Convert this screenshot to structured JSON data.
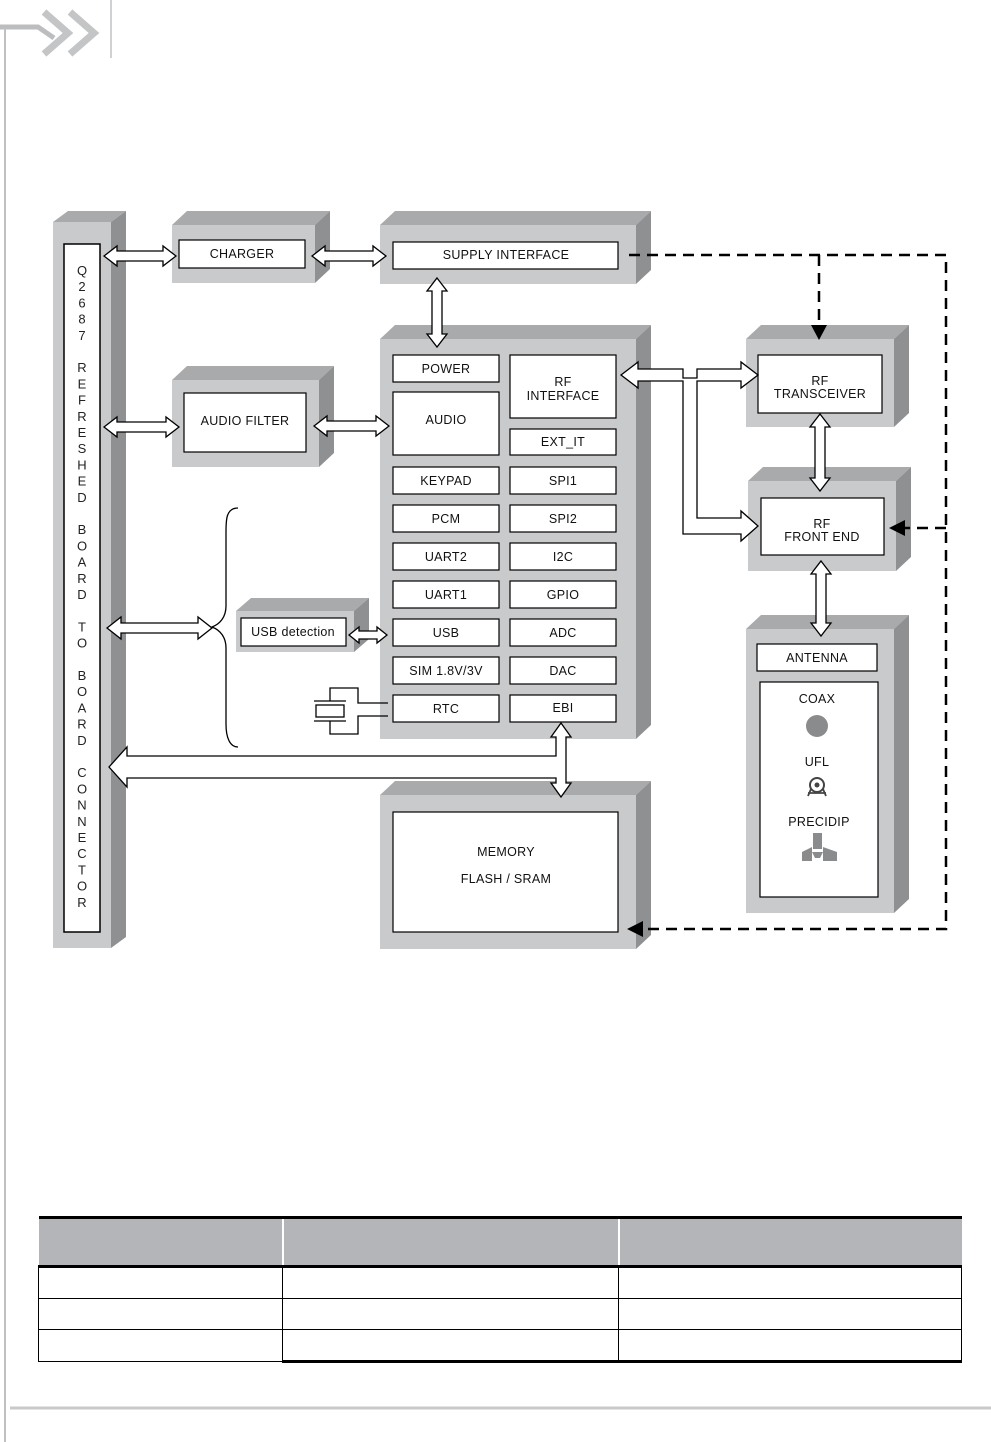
{
  "diagram": {
    "connector": {
      "label_letters": [
        "Q",
        "2",
        "6",
        "8",
        "7",
        "",
        "R",
        "E",
        "F",
        "R",
        "E",
        "S",
        "H",
        "E",
        "D",
        "",
        "B",
        "O",
        "A",
        "R",
        "D",
        "",
        "T",
        "O",
        "",
        "B",
        "O",
        "A",
        "R",
        "D",
        "",
        "C",
        "O",
        "N",
        "N",
        "E",
        "C",
        "T",
        "O",
        "R"
      ]
    },
    "blocks": {
      "charger": "CHARGER",
      "supply_interface": "SUPPLY INTERFACE",
      "audio_filter": "AUDIO FILTER",
      "usb_detection": "USB detection",
      "power": "POWER",
      "audio": "AUDIO",
      "rf_interface_1": "RF",
      "rf_interface_2": "INTERFACE",
      "ext_it": "EXT_IT",
      "keypad": "KEYPAD",
      "spi1": "SPI1",
      "pcm": "PCM",
      "spi2": "SPI2",
      "uart2": "UART2",
      "i2c": "I2C",
      "uart1": "UART1",
      "gpio": "GPIO",
      "usb": "USB",
      "adc": "ADC",
      "sim": "SIM 1.8V/3V",
      "dac": "DAC",
      "rtc": "RTC",
      "ebi": "EBI",
      "rf_transceiver_1": "RF",
      "rf_transceiver_2": "TRANSCEIVER",
      "rf_front_end_1": "RF",
      "rf_front_end_2": "FRONT END",
      "antenna": "ANTENNA",
      "coax": "COAX",
      "ufl": "UFL",
      "precidip": "PRECIDIP",
      "memory_1": "MEMORY",
      "memory_2": "FLASH / SRAM"
    }
  },
  "colors": {
    "block_gray": "#c9cacc",
    "block_top": "#a9aaac",
    "block_side": "#8f9092",
    "header_gray": "#b3b5b8"
  },
  "table": {
    "headers": [
      "",
      "",
      ""
    ],
    "rows": [
      [
        "",
        "",
        ""
      ],
      [
        "",
        "",
        ""
      ],
      [
        "",
        "",
        ""
      ]
    ]
  }
}
